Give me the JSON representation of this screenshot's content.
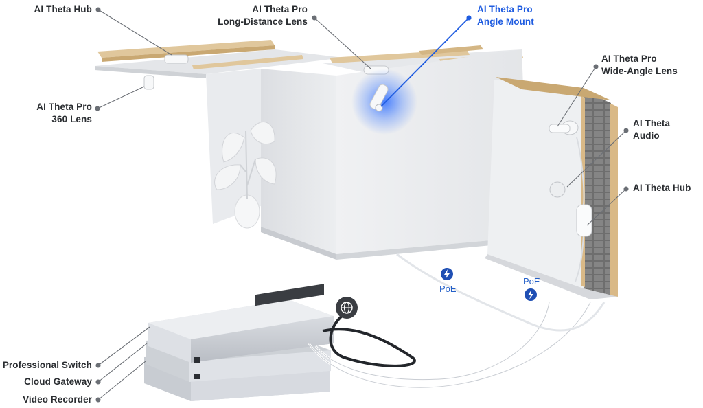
{
  "callouts": {
    "hub_top": {
      "line1": "AI Theta Hub"
    },
    "lens360": {
      "line1": "AI Theta Pro",
      "line2": "360 Lens"
    },
    "long_distance": {
      "line1": "AI Theta Pro",
      "line2": "Long-Distance Lens"
    },
    "angle_mount": {
      "line1": "AI Theta Pro",
      "line2": "Angle Mount"
    },
    "wide_angle": {
      "line1": "AI Theta Pro",
      "line2": "Wide-Angle Lens"
    },
    "audio": {
      "line1": "AI Theta",
      "line2": "Audio"
    },
    "hub_right": {
      "line1": "AI Theta Hub"
    },
    "pro_switch": {
      "line1": "Professional Switch"
    },
    "cloud_gateway": {
      "line1": "Cloud Gateway"
    },
    "video_recorder": {
      "line1": "Video Recorder"
    }
  },
  "poe": {
    "label_left": "PoE",
    "label_right": "PoE"
  },
  "icons": {
    "poe": "lightning-bolt-icon",
    "internet": "globe-icon"
  },
  "colors": {
    "callout_text": "#2a2d31",
    "highlight": "#1f5ce0",
    "poe_blue": "#1f4fb4",
    "leader": "#6b6f75"
  }
}
